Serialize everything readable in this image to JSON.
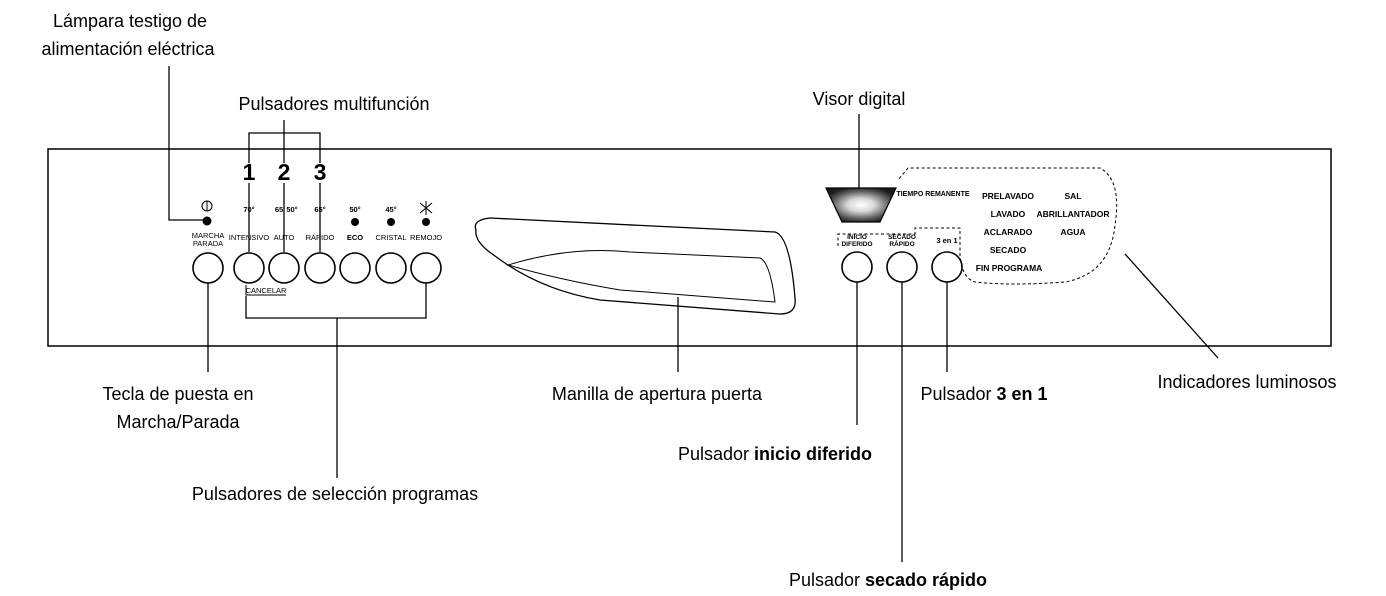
{
  "callouts": {
    "lamp_line1": "Lámpara testigo de",
    "lamp_line2": "alimentación eléctrica",
    "multifunction": "Pulsadores multifunción",
    "visor": "Visor digital",
    "power_key_line1": "Tecla de puesta en",
    "power_key_line2": "Marcha/Parada",
    "program_select": "Pulsadores de selección programas",
    "door_handle": "Manilla de apertura puerta",
    "delay_prefix": "Pulsador ",
    "delay_bold": "inicio diferido",
    "quickdry_prefix": "Pulsador ",
    "quickdry_bold": "secado rápido",
    "threeinone_prefix": "Pulsador ",
    "threeinone_bold": "3 en 1",
    "indicators": "Indicadores luminosos"
  },
  "multifunction_numbers": [
    "1",
    "2",
    "3"
  ],
  "temps": [
    "70°",
    "65",
    "50°",
    "65°",
    "50°",
    "45°"
  ],
  "program_labels": {
    "power_line1": "MARCHA",
    "power_line2": "PARADA",
    "intensivo": "INTENSIVO",
    "auto": "AUTO",
    "rapido": "RÁPIDO",
    "eco": "ECO",
    "cristal": "CRISTAL",
    "remojo": "REMOJO",
    "cancelar": "CANCELAR"
  },
  "right_buttons": {
    "delay_line1": "INICIO",
    "delay_line2": "DIFERIDO",
    "quickdry_line1": "SECADO",
    "quickdry_line2": "RÁPIDO",
    "threeinone": "3 en 1"
  },
  "indicators": {
    "tiempo_remanente": "TIEMPO REMANENTE",
    "prelavado": "PRELAVADO",
    "lavado": "LAVADO",
    "aclarado": "ACLARADO",
    "secado": "SECADO",
    "fin_programa": "FIN PROGRAMA",
    "sal": "SAL",
    "abrillantador": "ABRILLANTADOR",
    "agua": "AGUA"
  },
  "icons": {
    "power": "power-icon",
    "remojo": "snowflake-asterisk-icon"
  }
}
